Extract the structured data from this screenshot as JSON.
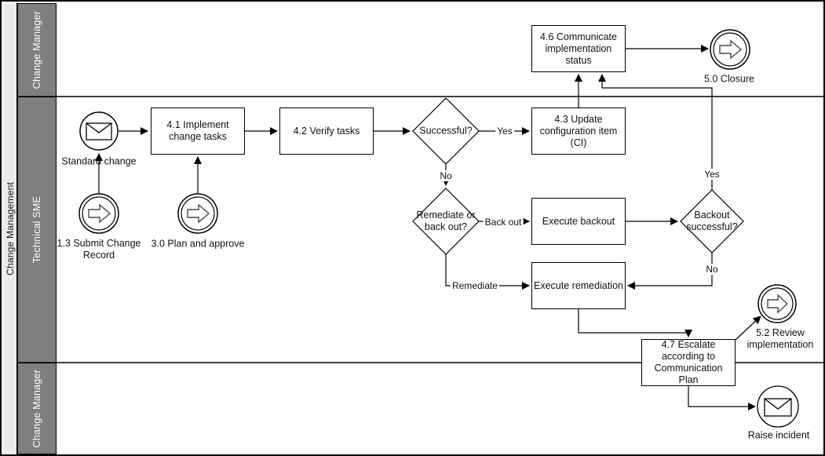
{
  "pool": {
    "title": "Change Management",
    "lanes": [
      {
        "label": "Change Manager"
      },
      {
        "label": "Technical SME"
      },
      {
        "label": "Change Manager"
      }
    ]
  },
  "tasks": {
    "implement": "4.1 Implement change tasks",
    "verify": "4.2 Verify tasks",
    "update_ci": "4.3 Update configuration item (CI)",
    "communicate": "4.6 Communicate implementation status",
    "backout": "Execute backout",
    "remediation": "Execute remediation",
    "escalate": "4.7 Escalate according to Communication Plan"
  },
  "gateways": {
    "successful": "Successful?",
    "remediate_or_backout": "Remediate or back out?",
    "backout_successful": "Backout successful?"
  },
  "events": {
    "standard_change": "Standard change",
    "submit": "1.3 Submit Change Record",
    "plan": "3.0 Plan and approve",
    "closure": "5.0 Closure",
    "review": "5.2 Review implementation",
    "raise_incident": "Raise incident"
  },
  "edge_labels": {
    "yes_successful": "Yes",
    "no_successful": "No",
    "back_out": "Back out",
    "remediate": "Remediate",
    "yes_backout": "Yes",
    "no_backout": "No"
  },
  "icons": {
    "message": "envelope-icon",
    "link": "arrow-icon"
  },
  "colors": {
    "lane_header": "#7f7f7f",
    "pool_band": "#ebebeb",
    "stroke": "#000000",
    "background": "#ffffff"
  }
}
